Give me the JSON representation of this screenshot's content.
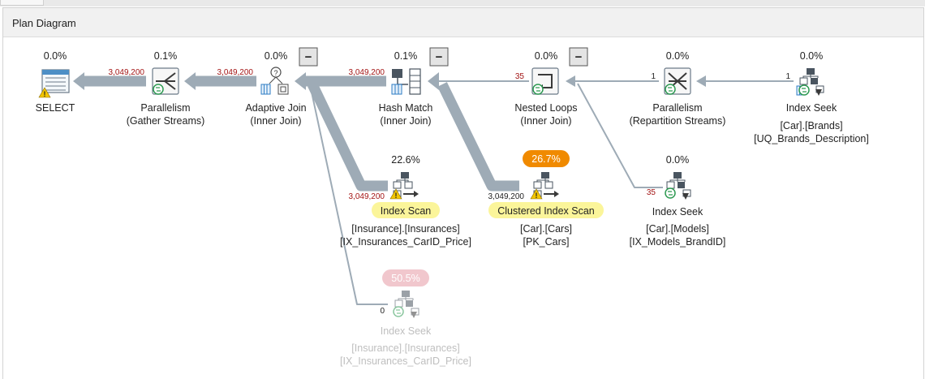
{
  "panel": {
    "title": "Plan Diagram"
  },
  "colors": {
    "arrow": "#9eabb6",
    "rowcount": "#a31515",
    "highlight": "#fbf59a",
    "cost_orange": "#f08a00",
    "cost_pink": "#e79aa6",
    "warning": "#f2c500",
    "text": "#222222",
    "dimmed_text": "#a8a8a8"
  },
  "nodes": {
    "select": {
      "cost": "0.0%",
      "label": "SELECT",
      "icon": "select-icon",
      "warning": true
    },
    "gather": {
      "cost": "0.1%",
      "label": "Parallelism",
      "sublabel": "(Gather Streams)",
      "icon": "parallelism-icon"
    },
    "adaptive": {
      "cost": "0.0%",
      "label": "Adaptive Join",
      "sublabel": "(Inner Join)",
      "icon": "adaptive-join-icon",
      "collapse": "−"
    },
    "hash": {
      "cost": "0.1%",
      "label": "Hash Match",
      "sublabel": "(Inner Join)",
      "icon": "hash-match-icon",
      "collapse": "−"
    },
    "nested": {
      "cost": "0.0%",
      "label": "Nested Loops",
      "sublabel": "(Inner Join)",
      "icon": "nested-loops-icon",
      "collapse": "−"
    },
    "repart": {
      "cost": "0.0%",
      "label": "Parallelism",
      "sublabel": "(Repartition Streams)",
      "icon": "parallelism-icon"
    },
    "brands_seek": {
      "cost": "0.0%",
      "label": "Index Seek",
      "object": "[Car].[Brands]",
      "index": "[UQ_Brands_Description]",
      "icon": "index-seek-icon"
    },
    "ins_scan": {
      "cost": "22.6%",
      "label": "Index Scan",
      "object": "[Insurance].[Insurances]",
      "index": "[IX_Insurances_CarID_Price]",
      "icon": "index-scan-icon",
      "warning": true
    },
    "cars_scan": {
      "cost": "26.7%",
      "label": "Clustered Index Scan",
      "object": "[Car].[Cars]",
      "index": "[PK_Cars]",
      "icon": "clustered-index-scan-icon",
      "warning": true
    },
    "models_seek": {
      "cost": "0.0%",
      "label": "Index Seek",
      "object": "[Car].[Models]",
      "index": "[IX_Models_BrandID]",
      "icon": "index-seek-icon"
    },
    "ins_seek": {
      "cost": "50.5%",
      "label": "Index Seek",
      "object": "[Insurance].[Insurances]",
      "index": "[IX_Insurances_CarID_Price]",
      "icon": "index-seek-icon",
      "dimmed": true
    }
  },
  "edges": {
    "gather_to_select": "3,049,200",
    "adaptive_to_gather": "3,049,200",
    "hash_to_adaptive": "3,049,200",
    "nested_to_hash": "35",
    "repart_to_nested": "1",
    "brands_to_repart": "1",
    "insscan_to_adaptive": "3,049,200",
    "cars_to_hash": "3,049,200",
    "models_to_nested": "35",
    "insseek_to_adaptive": "0"
  }
}
